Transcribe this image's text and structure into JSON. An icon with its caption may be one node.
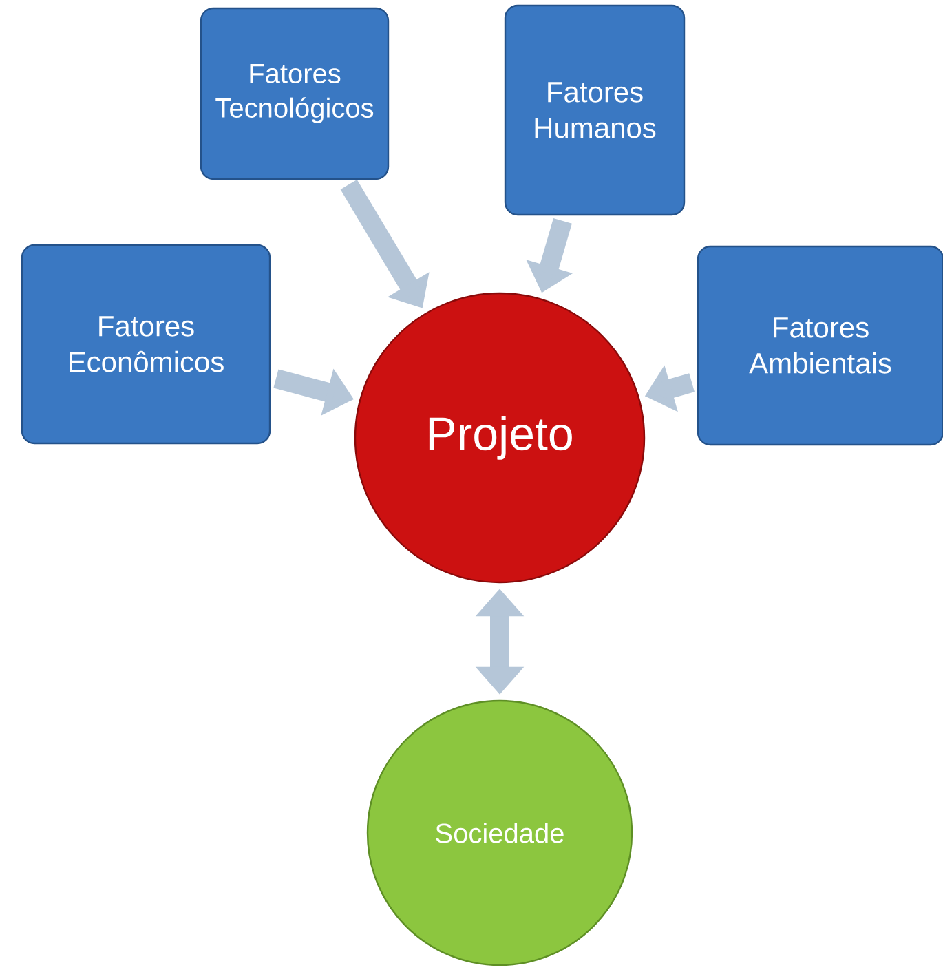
{
  "diagram": {
    "nodes": [
      {
        "text": [
          "Fatores Tecnológicos"
        ]
      },
      {
        "text": [
          "Fatores Humanos"
        ]
      },
      {
        "text": [
          "Fatores Econômicos"
        ]
      },
      {
        "text": [
          "Fatores Ambientais"
        ]
      },
      {
        "text": [
          "Projeto"
        ]
      },
      {
        "text": [
          "Sociedade"
        ]
      }
    ],
    "edges": [
      {
        "from": 0,
        "to": 4,
        "arrow": "to"
      },
      {
        "from": 1,
        "to": 4,
        "arrow": "to"
      },
      {
        "from": 2,
        "to": 4,
        "arrow": "to"
      },
      {
        "from": 3,
        "to": 4,
        "arrow": "to"
      },
      {
        "from": 4,
        "to": 5,
        "arrow": "both"
      }
    ]
  }
}
